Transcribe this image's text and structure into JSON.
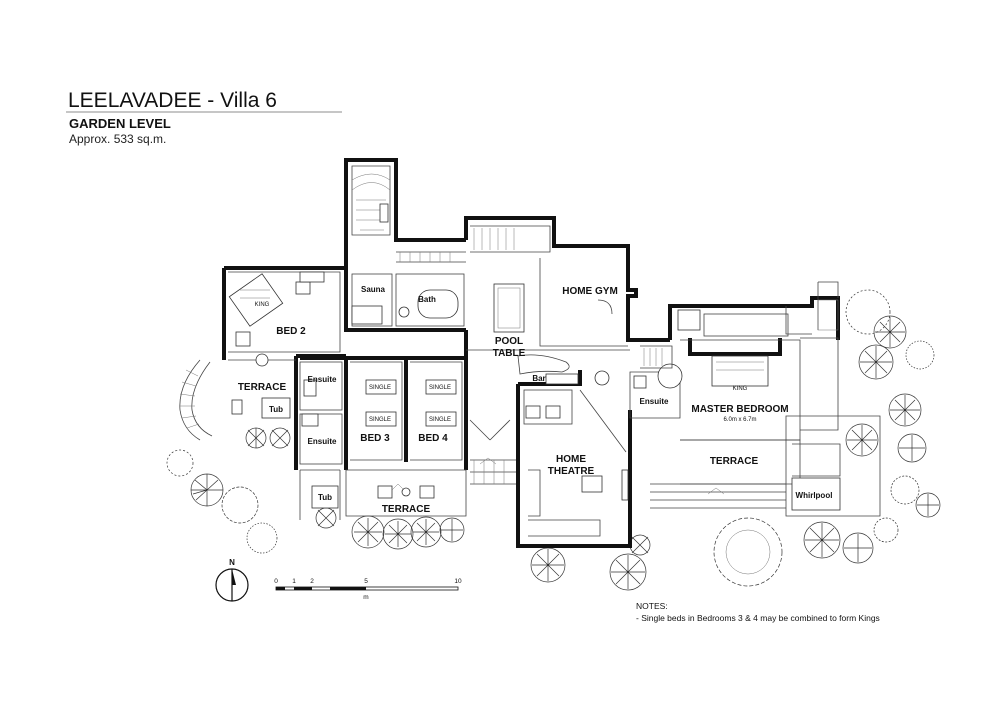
{
  "title": "LEELAVADEE - Villa 6",
  "level": "GARDEN LEVEL",
  "area": "Approx. 533 sq.m.",
  "rooms": {
    "bed2": "BED 2",
    "bed2_bed": "KING",
    "terrace_left": "TERRACE",
    "ensuite_1": "Ensuite",
    "tub_1": "Tub",
    "ensuite_2": "Ensuite",
    "tub_2": "Tub",
    "sauna": "Sauna",
    "bath": "Bath",
    "bed3": "BED 3",
    "bed4": "BED 4",
    "single": "SINGLE",
    "terrace_bottom": "TERRACE",
    "pool_table_1": "POOL",
    "pool_table_2": "TABLE",
    "home_gym": "HOME GYM",
    "bar": "Bar",
    "home_theatre_1": "HOME",
    "home_theatre_2": "THEATRE",
    "ensuite_master": "Ensuite",
    "master_bedroom": "MASTER BEDROOM",
    "master_dims": "6.0m x 6.7m",
    "master_bed": "KING",
    "terrace_right": "TERRACE",
    "whirlpool": "Whirlpool"
  },
  "compass": {
    "label": "N"
  },
  "scale": {
    "ticks": [
      "0",
      "1",
      "2",
      "5",
      "10"
    ],
    "unit": "m"
  },
  "notes": {
    "heading": "NOTES:",
    "line1": "- Single beds in Bedrooms 3 & 4 may be combined to form Kings"
  }
}
